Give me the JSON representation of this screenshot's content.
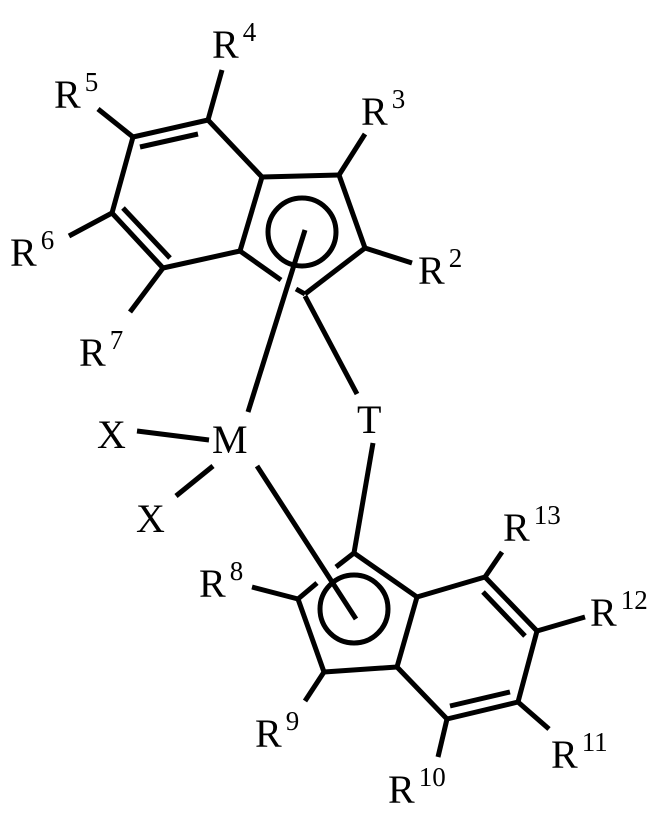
{
  "diagram": {
    "type": "chemical-structure",
    "description": "Bridged bis-indenyl metallocene complex",
    "colors": {
      "stroke": "#000000",
      "background": "#ffffff"
    },
    "center": {
      "metal": "M",
      "bridge": "T",
      "ligands": [
        "X",
        "X"
      ]
    },
    "top_indenyl": {
      "substituents": [
        {
          "base": "R",
          "index": "2"
        },
        {
          "base": "R",
          "index": "3"
        },
        {
          "base": "R",
          "index": "4"
        },
        {
          "base": "R",
          "index": "5"
        },
        {
          "base": "R",
          "index": "6"
        },
        {
          "base": "R",
          "index": "7"
        }
      ]
    },
    "bottom_indenyl": {
      "substituents": [
        {
          "base": "R",
          "index": "8"
        },
        {
          "base": "R",
          "index": "9"
        },
        {
          "base": "R",
          "index": "10"
        },
        {
          "base": "R",
          "index": "11"
        },
        {
          "base": "R",
          "index": "12"
        },
        {
          "base": "R",
          "index": "13"
        }
      ]
    }
  }
}
